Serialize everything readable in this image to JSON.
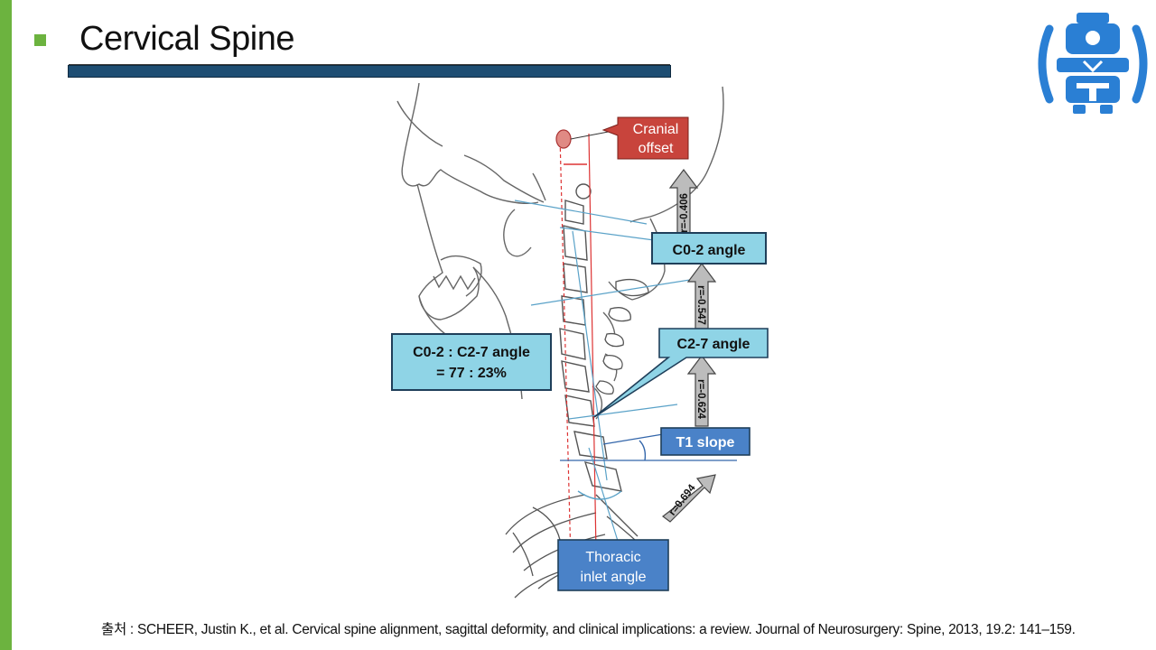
{
  "slide": {
    "title": "Cervical Spine"
  },
  "labels": {
    "cranial_offset": [
      "Cranial",
      "offset"
    ],
    "c02_angle": "C0-2 angle",
    "ratio": [
      "C0-2 : C2-7 angle",
      "= 77 : 23%"
    ],
    "c27_angle": "C2-7 angle",
    "t1_slope": "T1 slope",
    "thoracic_inlet": [
      "Thoracic",
      "inlet angle"
    ]
  },
  "correlations": {
    "r1": "r=-0.406",
    "r2": "r=-0.547",
    "r3": "r=-0.624",
    "r4": "r=0.694"
  },
  "citation": "출처 : SCHEER, Justin K., et al. Cervical spine alignment, sagittal deformity, and clinical implications: a review. Journal of Neurosurgery: Spine, 2013, 19.2: 141–159.",
  "colors": {
    "accent_green": "#6cb33f",
    "title_bar": "#1e4e73",
    "label_light_blue": "#8fd4e6",
    "label_dark_blue": "#4a82c8",
    "label_red": "#c8443c",
    "arrow_gray": "#bcbcbc",
    "logo_blue": "#2a7fd4"
  }
}
